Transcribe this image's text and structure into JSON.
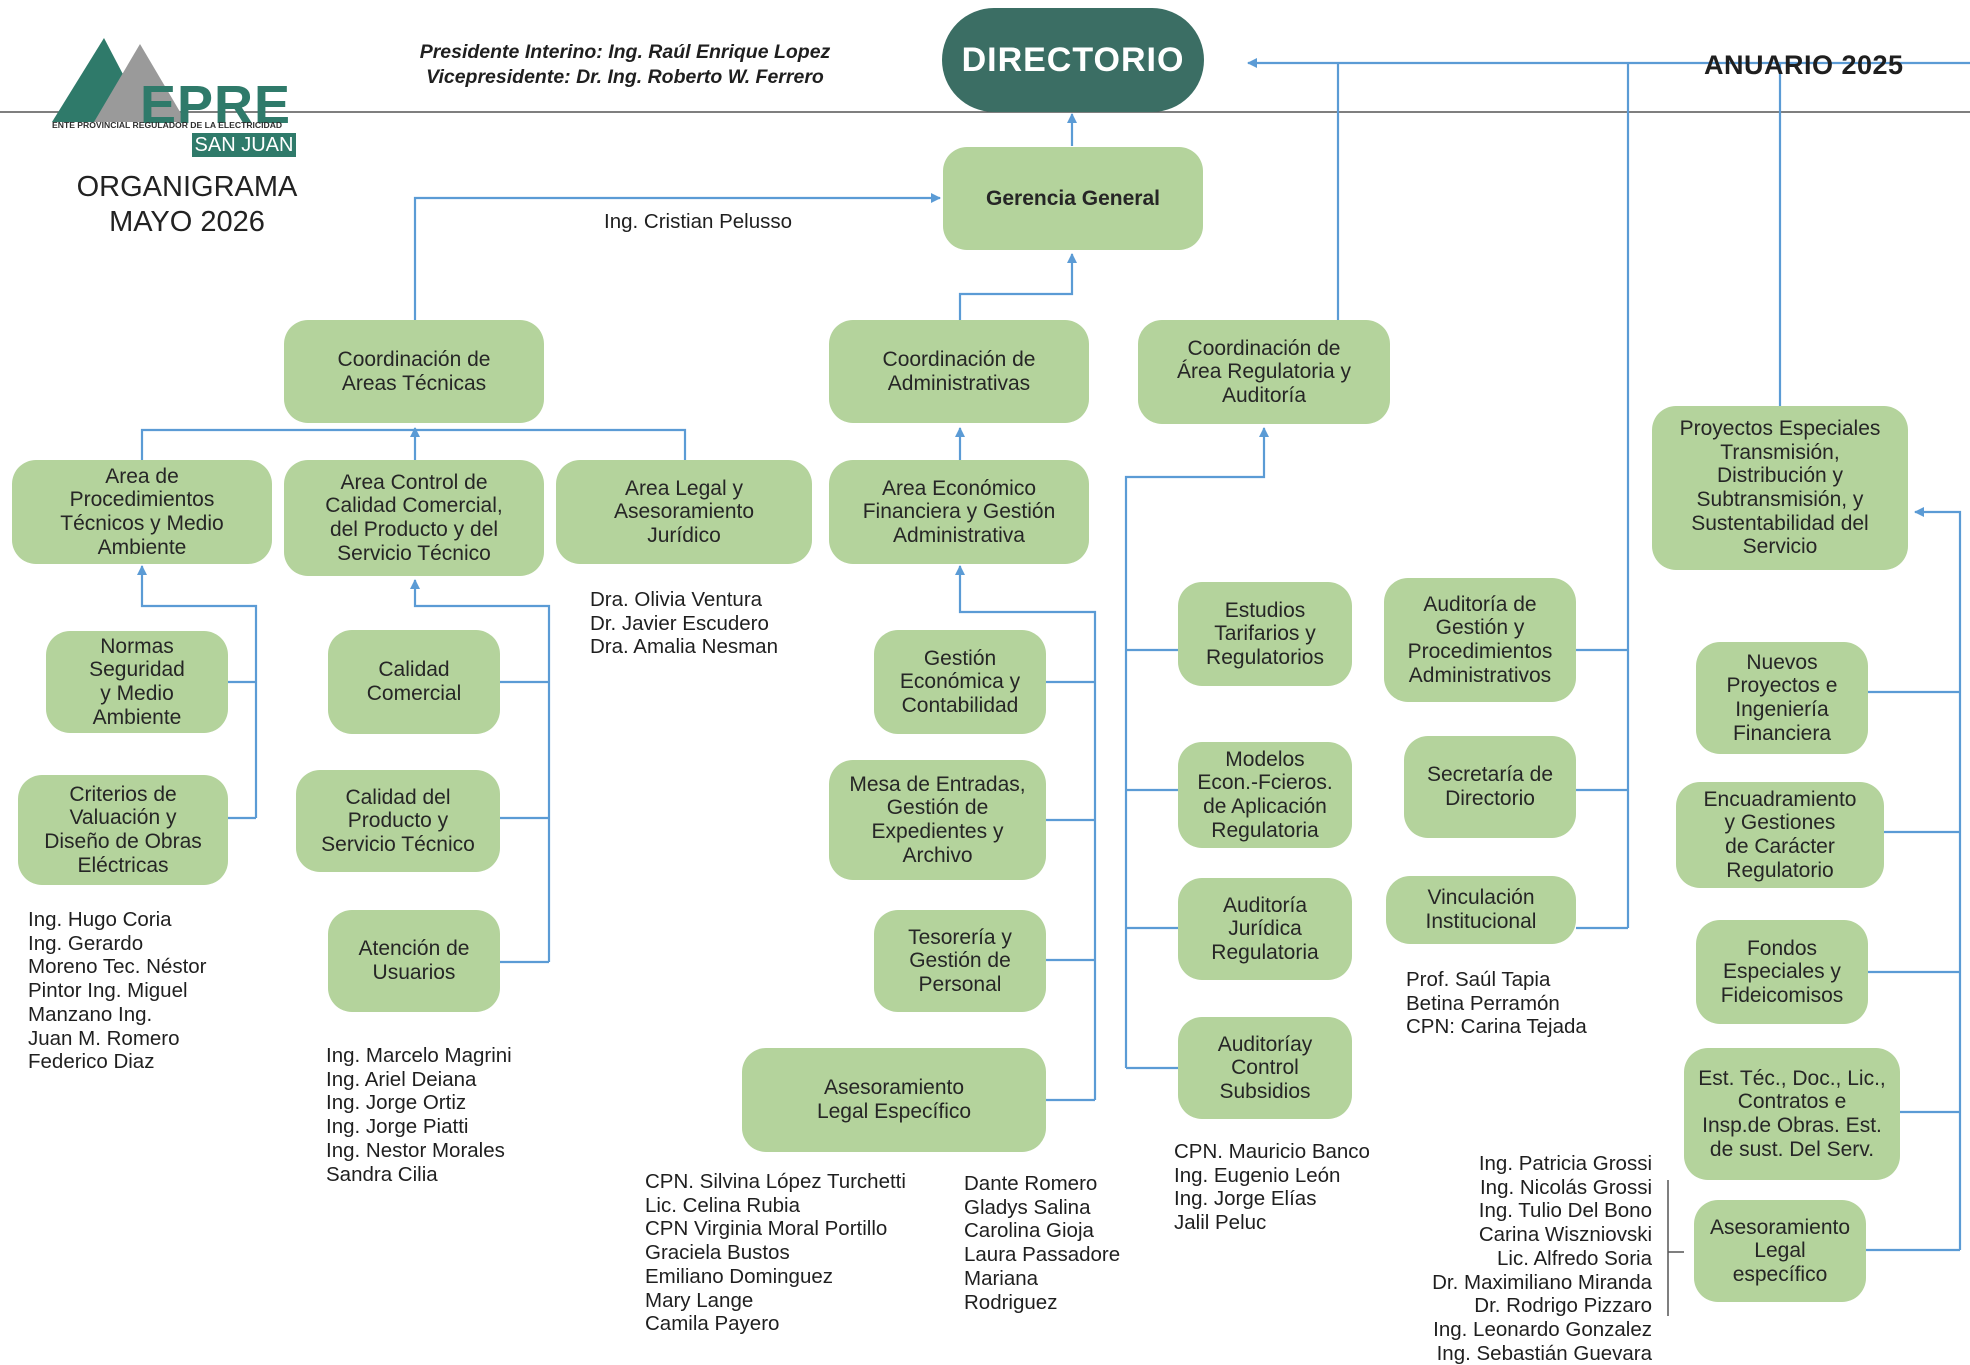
{
  "header": {
    "president": "Presidente Interino: Ing. Raúl Enrique Lopez",
    "vicepresident": "Vicepresidente: Dr. Ing. Roberto W. Ferrero",
    "anuario": "ANUARIO 2025"
  },
  "logo": {
    "acronym": "EPRE",
    "full_name": "ENTE PROVINCIAL REGULADOR DE LA ELECTRICIDAD",
    "province": "SAN JUAN"
  },
  "title": {
    "line1": "ORGANIGRAMA",
    "line2": "MAYO 2026"
  },
  "nodes": {
    "directorio": "DIRECTORIO",
    "gerencia_general": "Gerencia General",
    "coord_tecnicas": "Coordinación de\nAreas Técnicas",
    "coord_admin": "Coordinación de\nAdministrativas",
    "coord_regulatoria": "Coordinación de\nÁrea Regulatoria y\nAuditoría",
    "proyectos_especiales": "Proyectos Especiales\nTransmisión,\nDistribución y\nSubtransmisión, y\nSustentabilidad del\nServicio",
    "area_procedimientos": "Area de\nProcedimientos\nTécnicos y Medio\nAmbiente",
    "area_control_calidad": "Area Control de\nCalidad Comercial,\ndel Producto y del\nServicio Técnico",
    "area_legal": "Area Legal y\nAsesoramiento\nJurídico",
    "area_economico": "Area Económico\nFinanciera y Gestión\nAdministrativa",
    "normas_seguridad": "Normas\nSeguridad\ny Medio\nAmbiente",
    "criterios_valuacion": "Criterios de\nValuación y\nDiseño de Obras\nEléctricas",
    "calidad_comercial": "Calidad\nComercial",
    "calidad_producto": "Calidad del\nProducto y\nServicio Técnico",
    "atencion_usuarios": "Atención de\nUsuarios",
    "gestion_economica": "Gestión\nEconómica y\nContabilidad",
    "mesa_entradas": "Mesa de Entradas,\nGestión de\nExpedientes y\nArchivo",
    "tesoreria": "Tesorería y\nGestión de\nPersonal",
    "asesoramiento_legal_especifico": "Asesoramiento\nLegal Específico",
    "estudios_tarifarios": "Estudios\nTarifarios y\nRegulatorios",
    "modelos_econ": "Modelos\nEcon.-Fcieros.\nde Aplicación\nRegulatoria",
    "auditoria_juridica": "Auditoría\nJurídica\nRegulatoria",
    "auditoria_control_subsidios": "Auditoríay\nControl\nSubsidios",
    "auditoria_gestion": "Auditoría de\nGestión y\nProcedimientos\nAdministrativos",
    "secretaria_directorio": "Secretaría de\nDirectorio",
    "vinculacion_institucional": "Vinculación\nInstitucional",
    "nuevos_proyectos": "Nuevos\nProyectos e\nIngeniería\nFinanciera",
    "encuadramiento": "Encuadramiento\ny Gestiones\nde Carácter\nRegulatorio",
    "fondos_especiales": "Fondos\nEspeciales y\nFideicomisos",
    "est_tec": "Est. Téc., Doc., Lic.,\nContratos e\nInsp.de Obras. Est.\nde sust. Del Serv.",
    "asesoramiento_legal_pe": "Asesoramiento\nLegal\nespecífico"
  },
  "people": {
    "gerencia": [
      "Ing. Cristian Pelusso"
    ],
    "legal": [
      "Dra. Olivia Ventura",
      "Dr. Javier Escudero",
      "Dra. Amalia Nesman"
    ],
    "procedimientos": [
      "Ing. Hugo Coria",
      "Ing. Gerardo",
      "Moreno Tec. Néstor",
      "Pintor Ing. Miguel",
      "Manzano Ing.",
      "Juan M. Romero",
      "Federico Diaz"
    ],
    "calidad": [
      "Ing. Marcelo  Magrini",
      "Ing. Ariel Deiana",
      "Ing. Jorge Ortiz",
      "Ing. Jorge Piatti",
      "Ing. Nestor Morales",
      "Sandra Cilia"
    ],
    "admin_col1": [
      "CPN. Silvina López Turchetti",
      "Lic. Celina Rubia",
      "CPN Virginia Moral Portillo",
      "Graciela Bustos",
      "Emiliano Dominguez",
      "Mary Lange",
      "Camila Payero"
    ],
    "admin_col2": [
      "Dante Romero",
      "Gladys Salina",
      "Carolina Gioja",
      "Laura Passadore",
      "Mariana",
      "Rodriguez"
    ],
    "regulatoria": [
      "CPN. Mauricio Banco",
      "Ing. Eugenio León",
      "Ing. Jorge Elías",
      "Jalil Peluc"
    ],
    "directorio_staff": [
      "Prof. Saúl Tapia",
      "Betina Perramón",
      "CPN: Carina Tejada"
    ],
    "proyectos": [
      "Ing. Patricia Grossi",
      "Ing. Nicolás Grossi",
      "Ing. Tulio Del Bono",
      "Carina Wiszniovski",
      "Lic. Alfredo Soria",
      "Dr. Maximiliano Miranda",
      "Dr. Rodrigo Pizzaro",
      "Ing. Leonardo Gonzalez",
      "Ing. Sebastián Guevara"
    ]
  },
  "colors": {
    "box": "#b4d39c",
    "directorio": "#3b6e64",
    "connector": "#5b9bd5",
    "brand": "#2f7a6a"
  }
}
